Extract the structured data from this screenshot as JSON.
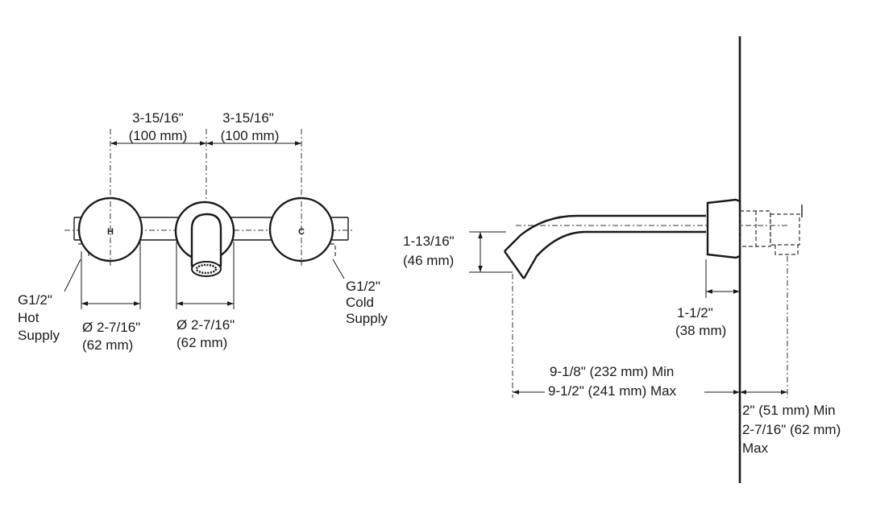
{
  "front_view": {
    "spacing_left_in": "3-15/16\"",
    "spacing_left_mm": "(100 mm)",
    "spacing_right_in": "3-15/16\"",
    "spacing_right_mm": "(100 mm)",
    "handle_hot_mark": "H",
    "handle_cold_mark": "C",
    "hot_label": [
      "G1/2\"",
      "Hot",
      "Supply"
    ],
    "cold_label": [
      "G1/2\"",
      "Cold",
      "Supply"
    ],
    "handle_dia_in": "Ø 2-7/16\"",
    "handle_dia_mm": "(62 mm)",
    "spout_dia_in": "Ø 2-7/16\"",
    "spout_dia_mm": "(62 mm)"
  },
  "side_view": {
    "outlet_height_in": "1-13/16\"",
    "outlet_height_mm": "(46 mm)",
    "escutcheon_in": "1-1/2\"",
    "escutcheon_mm": "(38 mm)",
    "reach_min": "9-1/8\" (232 mm) Min",
    "reach_max": "9-1/2\" (241 mm) Max",
    "wall_min": "2\" (51 mm) Min",
    "wall_max_line1": "2-7/16\" (62 mm)",
    "wall_max_line2": "Max"
  }
}
